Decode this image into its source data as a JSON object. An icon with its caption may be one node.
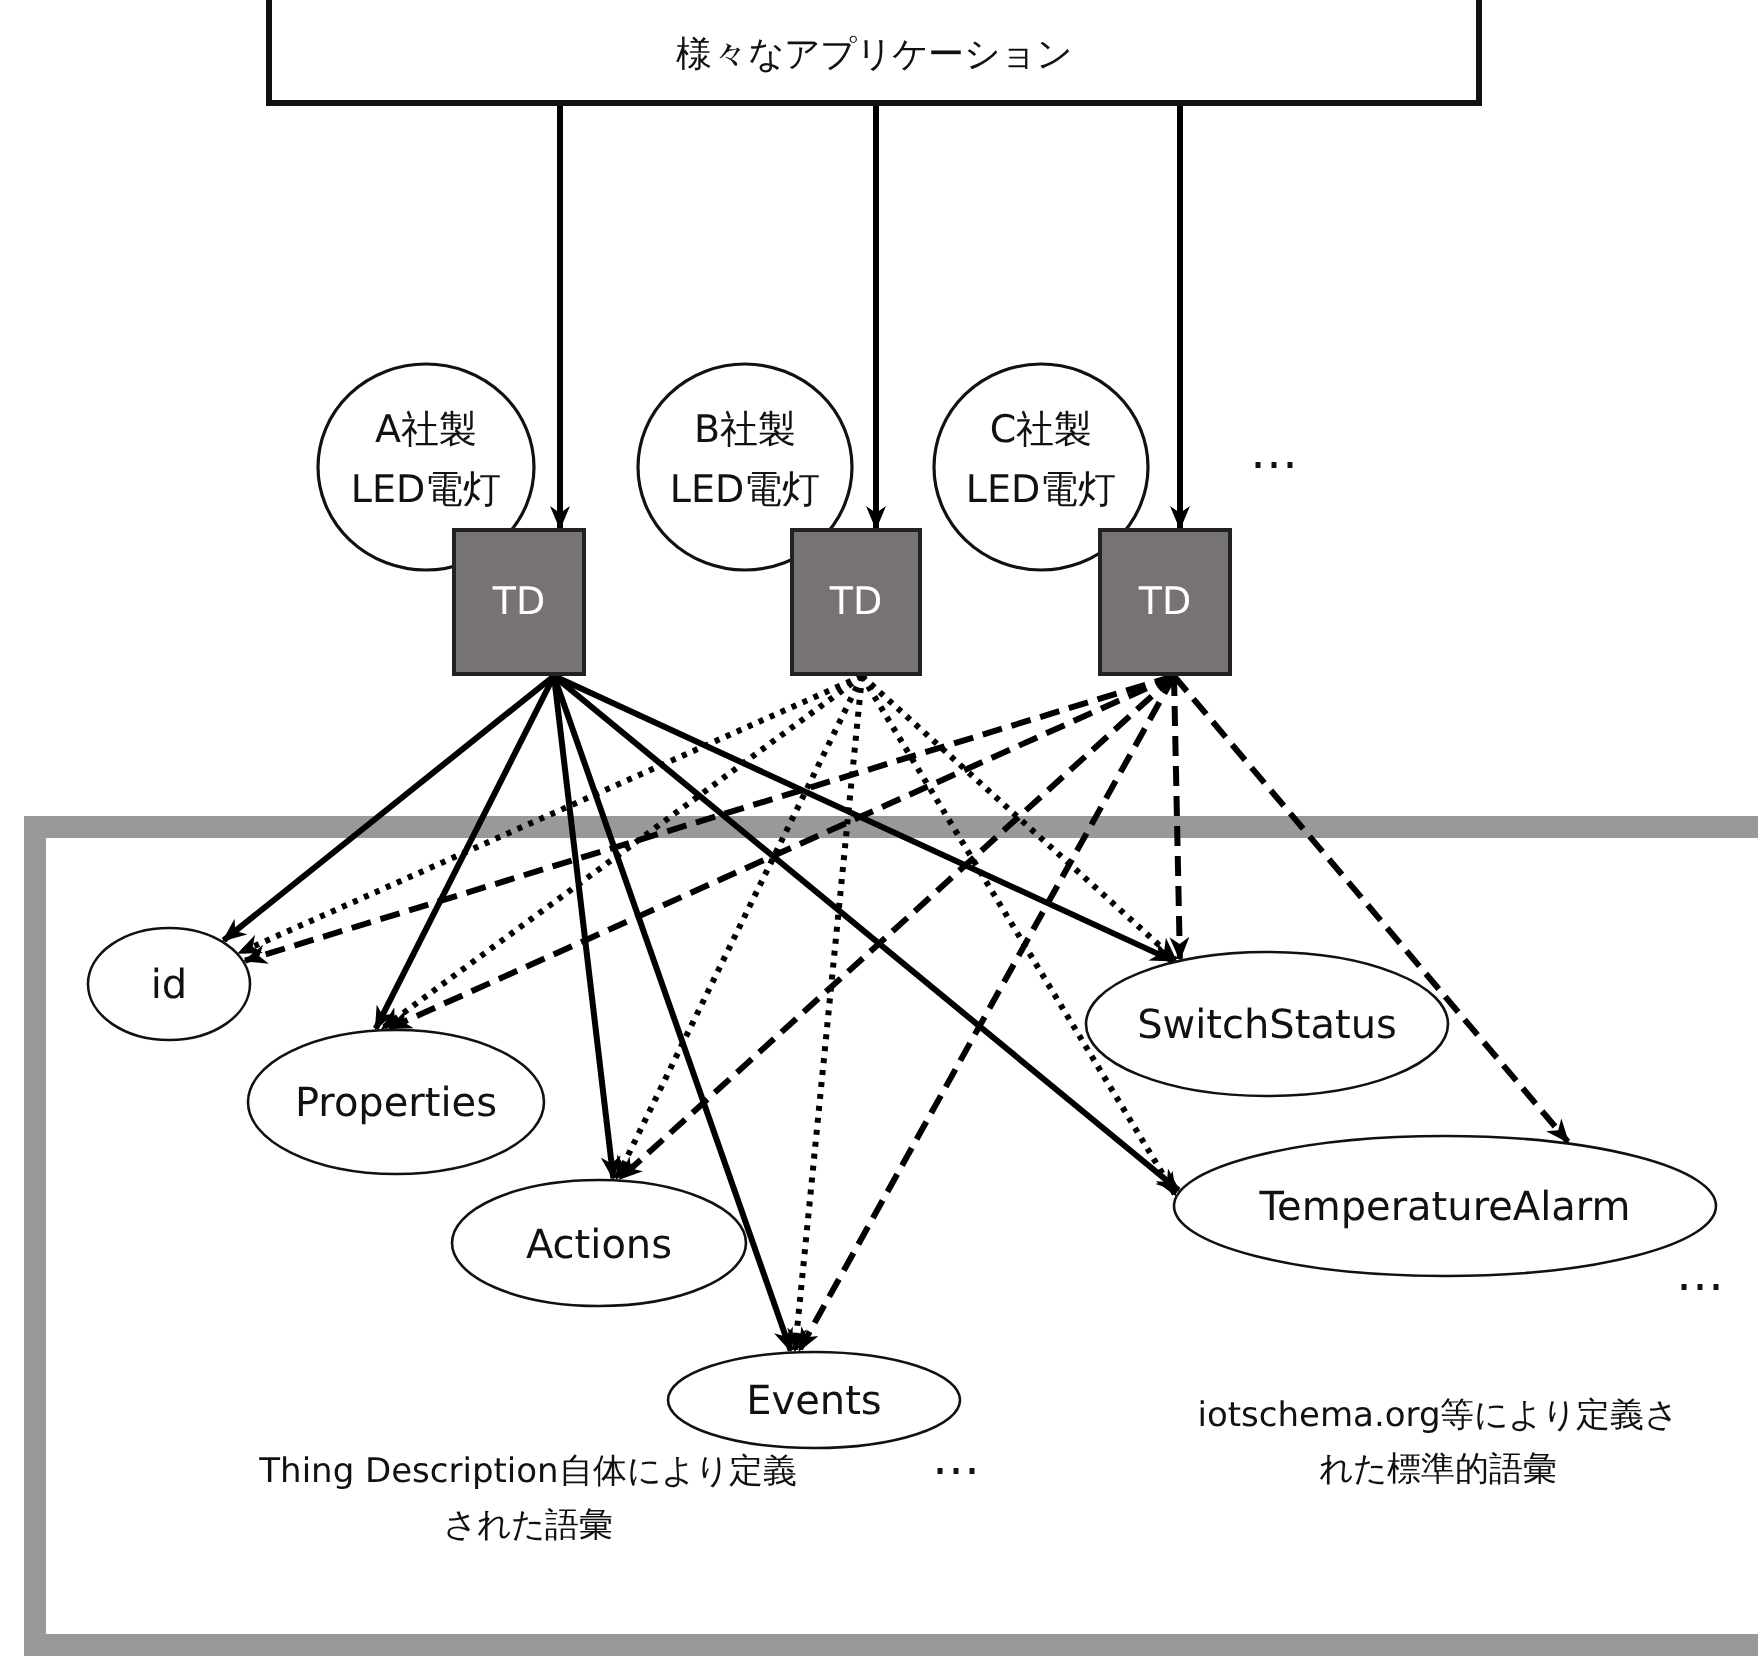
{
  "diagram": {
    "nodes": [
      {
        "text": [
          "様々なアプリケーション"
        ]
      },
      {
        "text": [
          "A社製LED電灯"
        ]
      },
      {
        "text": [
          "B社製LED電灯"
        ]
      },
      {
        "text": [
          "C社製LED電灯"
        ]
      },
      {
        "text": [
          "TD"
        ]
      },
      {
        "text": [
          "TD"
        ]
      },
      {
        "text": [
          "TD"
        ]
      },
      {
        "text": [
          "Thing Description自体により定義された語彙",
          "iotschema.org等により定義された標準的語彙"
        ]
      },
      {
        "text": [
          "id"
        ],
        "in": 7
      },
      {
        "text": [
          "Properties"
        ],
        "in": 7
      },
      {
        "text": [
          "Actions"
        ],
        "in": 7
      },
      {
        "text": [
          "Events"
        ],
        "in": 7
      },
      {
        "text": [
          "SwitchStatus"
        ],
        "in": 7
      },
      {
        "text": [
          "TemperatureAlarm"
        ],
        "in": 7
      }
    ],
    "edges": [
      {
        "from": 0,
        "to": 4,
        "arrow": "to"
      },
      {
        "from": 0,
        "to": 5,
        "arrow": "to"
      },
      {
        "from": 0,
        "to": 6,
        "arrow": "to"
      },
      {
        "from": 4,
        "to": 8,
        "arrow": "to"
      },
      {
        "from": 4,
        "to": 9,
        "arrow": "to"
      },
      {
        "from": 4,
        "to": 10,
        "arrow": "to"
      },
      {
        "from": 4,
        "to": 11,
        "arrow": "to"
      },
      {
        "from": 4,
        "to": 12,
        "arrow": "to"
      },
      {
        "from": 4,
        "to": 13,
        "arrow": "to"
      },
      {
        "from": 5,
        "to": 8,
        "arrow": "to",
        "style": "dashed"
      },
      {
        "from": 5,
        "to": 9,
        "arrow": "to",
        "style": "dashed"
      },
      {
        "from": 5,
        "to": 10,
        "arrow": "to",
        "style": "dashed"
      },
      {
        "from": 5,
        "to": 11,
        "arrow": "to",
        "style": "dashed"
      },
      {
        "from": 5,
        "to": 12,
        "arrow": "to",
        "style": "dashed"
      },
      {
        "from": 5,
        "to": 13,
        "arrow": "to",
        "style": "dashed"
      },
      {
        "from": 6,
        "to": 8,
        "arrow": "to",
        "style": "dashed"
      },
      {
        "from": 6,
        "to": 9,
        "arrow": "to",
        "style": "dashed"
      },
      {
        "from": 6,
        "to": 10,
        "arrow": "to",
        "style": "dashed"
      },
      {
        "from": 6,
        "to": 11,
        "arrow": "to",
        "style": "dashed"
      },
      {
        "from": 6,
        "to": 12,
        "arrow": "to",
        "style": "dashed"
      },
      {
        "from": 6,
        "to": 13,
        "arrow": "to",
        "style": "dashed"
      }
    ],
    "labels": [
      "…",
      "…",
      "…"
    ]
  }
}
